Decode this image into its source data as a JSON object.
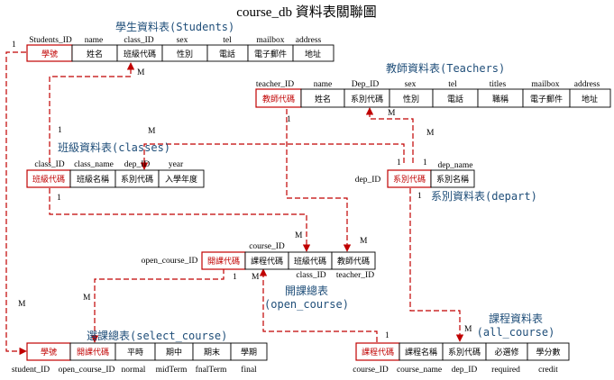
{
  "title": "course_db 資料表關聯圖",
  "tables": {
    "students": {
      "label": "學生資料表(Students)",
      "columns": [
        "Students_ID",
        "name",
        "class_ID",
        "sex",
        "tel",
        "mailbox",
        "address"
      ],
      "cells": [
        "學號",
        "姓名",
        "班級代碼",
        "性別",
        "電話",
        "電子郵件",
        "地址"
      ]
    },
    "teachers": {
      "label": "教師資料表(Teachers)",
      "columns": [
        "teacher_ID",
        "name",
        "Dep_ID",
        "sex",
        "tel",
        "titles",
        "mailbox",
        "address"
      ],
      "cells": [
        "教師代碼",
        "姓名",
        "系別代碼",
        "性別",
        "電話",
        "職稱",
        "電子郵件",
        "地址"
      ]
    },
    "classes": {
      "label": "班級資料表(classes)",
      "columns": [
        "class_ID",
        "class_name",
        "dep_ID",
        "year"
      ],
      "cells": [
        "班級代碼",
        "班級名稱",
        "系別代碼",
        "入學年度"
      ]
    },
    "depart": {
      "label": "系別資料表(depart)",
      "columns": [
        "dep_ID",
        "dep_name"
      ],
      "cells": [
        "系別代碼",
        "系別名稱"
      ]
    },
    "open_course": {
      "label_line1": "開課總表",
      "label_line2": "(open_course)",
      "columns": [
        "open_course_ID",
        "course_ID",
        "class_ID",
        "teacher_ID"
      ],
      "cells": [
        "開課代碼",
        "課程代碼",
        "班級代碼",
        "教師代碼"
      ]
    },
    "select_course": {
      "label": "選課總表(select_course)",
      "columns": [
        "student_ID",
        "open_course_ID",
        "normal",
        "midTerm",
        "fnalTerm",
        "final"
      ],
      "cells": [
        "學號",
        "開課代碼",
        "平時",
        "期中",
        "期末",
        "學期"
      ]
    },
    "all_course": {
      "label_line1": "課程資料表",
      "label_line2": "(all_course)",
      "columns": [
        "course_ID",
        "course_name",
        "dep_ID",
        "required",
        "credit"
      ],
      "cells": [
        "課程代碼",
        "課程名稱",
        "系別代碼",
        "必選修",
        "學分數"
      ]
    }
  },
  "cardinality": {
    "one": "1",
    "many": "M"
  },
  "colors": {
    "relation": "#c00000",
    "label": "#1f4e79",
    "border": "#000000"
  }
}
